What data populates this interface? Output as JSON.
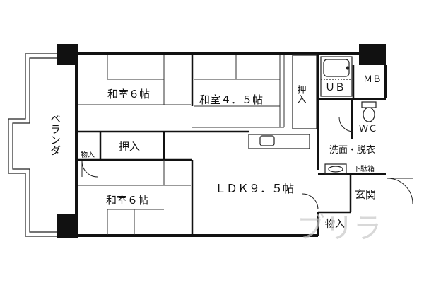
{
  "rooms": {
    "washitsu_top": "和室６帖",
    "washitsu_45": "和室４．５帖",
    "washitsu_bottom": "和室６帖",
    "ldk": "ＬＤＫ９．５帖"
  },
  "storage": {
    "oshiire_top": "押入",
    "oshiire_mid": "押入",
    "monoire_small": "物入",
    "monoire_entry": "物入"
  },
  "utility": {
    "ub": "ＵＢ",
    "mb": "ＭＢ",
    "wc": "ＷＣ",
    "senmen": "洗面・脱衣",
    "getabako": "下駄箱",
    "genkan": "玄関"
  },
  "balcony": {
    "label": "ベランダ"
  },
  "watermark": {
    "text": "ブリラ"
  }
}
